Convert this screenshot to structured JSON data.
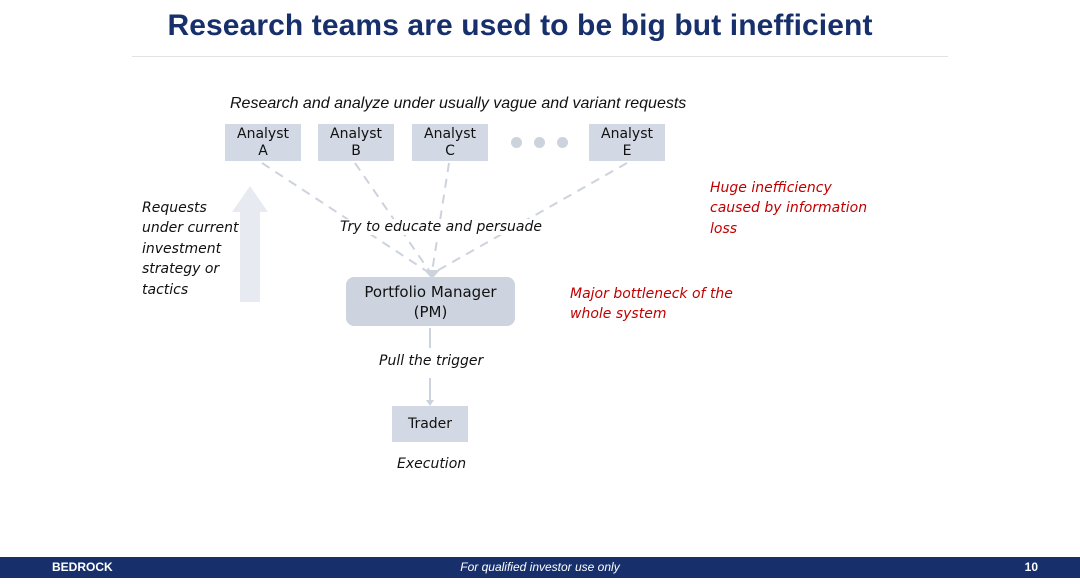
{
  "slide": {
    "title": "Research teams are used to be big but inefficient",
    "subtitle": "Research and analyze under usually vague and variant requests"
  },
  "analysts": [
    {
      "name": "Analyst",
      "letter": "A"
    },
    {
      "name": "Analyst",
      "letter": "B"
    },
    {
      "name": "Analyst",
      "letter": "C"
    },
    {
      "name": "Analyst",
      "letter": "E"
    }
  ],
  "pm": {
    "line1": "Portfolio Manager",
    "line2": "(PM)"
  },
  "trader": {
    "label": "Trader"
  },
  "labels": {
    "educate": "Try to educate and persuade",
    "pull_trigger": "Pull the trigger",
    "execution": "Execution",
    "requests": [
      "Requests",
      "under current",
      "investment",
      "strategy or",
      "tactics"
    ]
  },
  "annotations": {
    "inefficiency": [
      "Huge inefficiency",
      "caused by information",
      "loss"
    ],
    "bottleneck": [
      "Major bottleneck of the",
      "whole system"
    ]
  },
  "colors": {
    "title": "#17306b",
    "accent_red": "#c00000",
    "box_fill": "#d3d9e4",
    "footer_bg": "#17306b"
  },
  "footer": {
    "brand": "BEDROCK",
    "disclaimer": "For qualified investor use only",
    "page": "10"
  }
}
